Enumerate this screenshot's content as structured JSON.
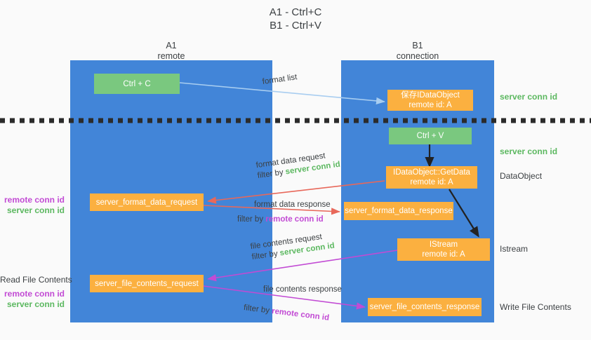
{
  "title": {
    "line1": "A1 - Ctrl+C",
    "line2": "B1 - Ctrl+V"
  },
  "columns": [
    {
      "name": "A1",
      "sub": "remote"
    },
    {
      "name": "B1",
      "sub": "connection"
    }
  ],
  "colors": {
    "lane": "#4285d8",
    "action": "#7ac87f",
    "message": "#fbb040",
    "server_conn_id": "#5cb860",
    "remote_conn_id": "#c24bd4",
    "arrow_format_list": "#a8cdf0",
    "arrow_format_data": "#e8685a",
    "arrow_file_contents": "#c24bd4",
    "arrow_internal": "#222222",
    "divider": "#2b2b2b",
    "background": "#fafafa"
  },
  "boxes": {
    "ctrl_c": {
      "line1": "Ctrl + C",
      "line2": ""
    },
    "save_idataobject": {
      "line1": "保存IDataObject",
      "line2": "remote id: A"
    },
    "ctrl_v": {
      "line1": "Ctrl + V",
      "line2": ""
    },
    "getdata": {
      "line1": "IDataObject::GetData",
      "line2": "remote id: A"
    },
    "istream": {
      "line1": "IStream",
      "line2": "remote id: A"
    },
    "format_data_request": {
      "line1": "server_format_data_request",
      "line2": ""
    },
    "format_data_response": {
      "line1": "server_format_data_response",
      "line2": ""
    },
    "file_contents_request": {
      "line1": "server_file_contents_request",
      "line2": ""
    },
    "file_contents_response": {
      "line1": "server_file_contents_response",
      "line2": ""
    }
  },
  "edge_captions": {
    "format_list": "format list",
    "format_data_request": {
      "text": "format data request",
      "filter_prefix": "filter by ",
      "filter_value": "server conn id"
    },
    "format_data_response": {
      "text": "format data response",
      "filter_prefix": "filter by ",
      "filter_value": "remote conn id"
    },
    "file_contents_request": {
      "text": "file contents request",
      "filter_prefix": "filter by ",
      "filter_value": "server conn id"
    },
    "file_contents_response": {
      "text": "file contents response",
      "filter_prefix": "filter by ",
      "filter_value": "remote conn id"
    }
  },
  "right_labels": {
    "server_conn_id_top": "server conn id",
    "server_conn_id_mid": "server conn id",
    "data_object": "DataObject",
    "istream": "Istream",
    "write_file_contents": "Write File Contents"
  },
  "left_labels": {
    "ids_upper": {
      "remote": "remote conn id",
      "server": "server conn id"
    },
    "read_file_contents": "Read File Contents",
    "ids_lower": {
      "remote": "remote conn id",
      "server": "server conn id"
    }
  }
}
